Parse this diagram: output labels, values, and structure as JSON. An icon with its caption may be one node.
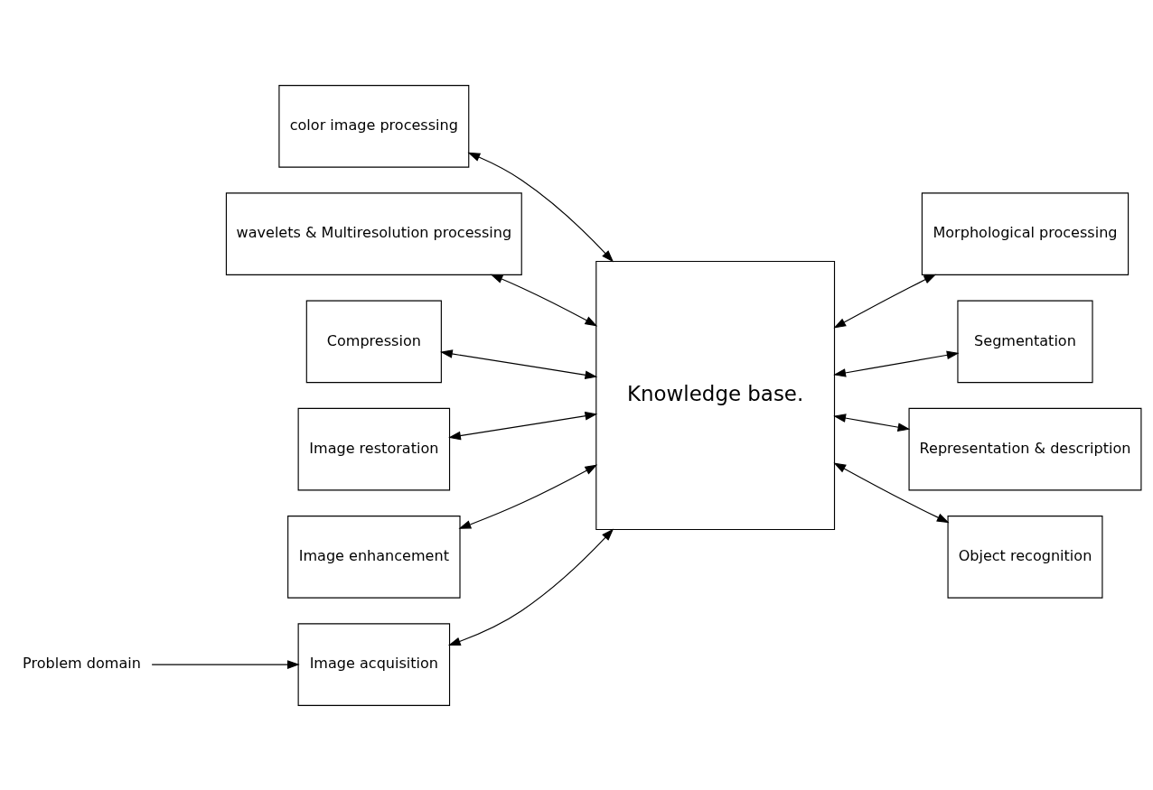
{
  "diagram": {
    "nodes": [
      {
        "text": [
          "color image processing"
        ]
      },
      {
        "text": [
          "wavelets & Multiresolution processing"
        ]
      },
      {
        "text": [
          "Compression"
        ]
      },
      {
        "text": [
          "Morphological processing"
        ]
      },
      {
        "text": [
          "Image restoration"
        ]
      },
      {
        "text": [
          "Segmentation"
        ]
      },
      {
        "text": [
          "Image enhancement"
        ]
      },
      {
        "text": [
          "Knowledge base."
        ]
      },
      {
        "text": [
          "Representation & description"
        ]
      },
      {
        "text": [
          "Image acquisition"
        ]
      },
      {
        "text": [
          "Object recognition"
        ]
      },
      {
        "text": [
          "Problem domain"
        ]
      }
    ],
    "edges": [
      {
        "from": 0,
        "to": 7,
        "arrow": "both"
      },
      {
        "from": 1,
        "to": 7,
        "arrow": "both"
      },
      {
        "from": 2,
        "to": 7,
        "arrow": "both"
      },
      {
        "from": 7,
        "to": 3,
        "arrow": "both"
      },
      {
        "from": 4,
        "to": 7,
        "arrow": "both"
      },
      {
        "from": 7,
        "to": 5,
        "arrow": "both"
      },
      {
        "from": 6,
        "to": 7,
        "arrow": "both"
      },
      {
        "from": 7,
        "to": 8,
        "arrow": "both"
      },
      {
        "from": 9,
        "to": 7,
        "arrow": "both"
      },
      {
        "from": 7,
        "to": 10,
        "arrow": "both"
      },
      {
        "from": 11,
        "to": 9,
        "arrow": "to"
      }
    ]
  }
}
